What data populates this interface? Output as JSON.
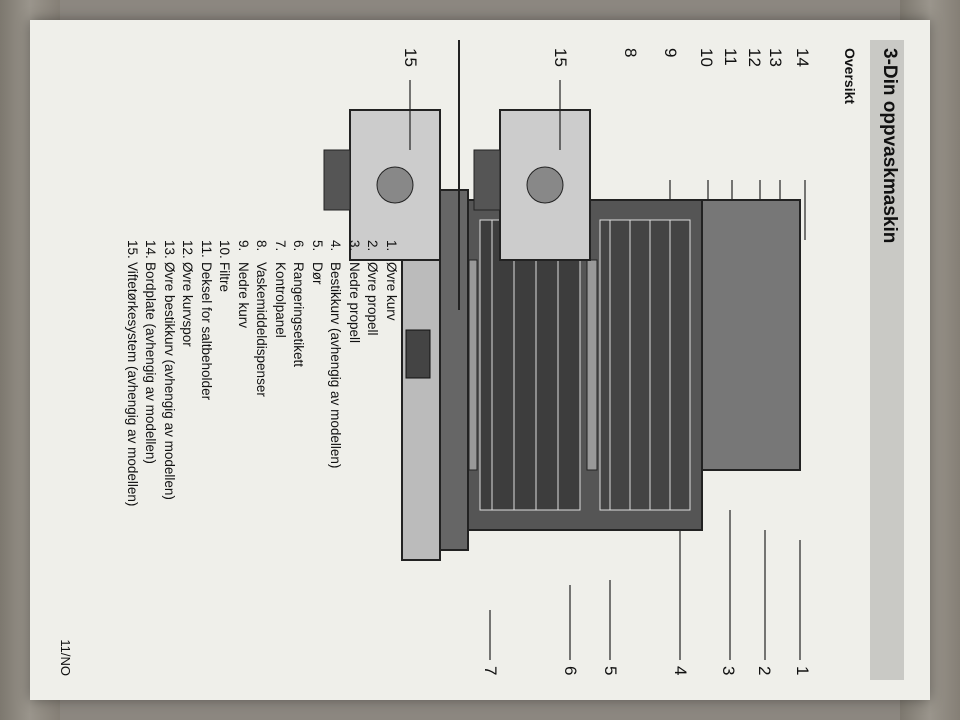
{
  "header": {
    "section_title": "3-Din oppvaskmaskin",
    "subtitle": "Oversikt"
  },
  "callouts": {
    "c1": "1",
    "c2": "2",
    "c3": "3",
    "c4": "4",
    "c5": "5",
    "c6": "6",
    "c7": "7",
    "c8": "8",
    "c9": "9",
    "c10": "10",
    "c11": "11",
    "c12": "12",
    "c13": "13",
    "c14": "14",
    "c15a": "15",
    "c15b": "15"
  },
  "legend": [
    {
      "num": "1.",
      "text": "Øvre kurv"
    },
    {
      "num": "2.",
      "text": "Øvre propell"
    },
    {
      "num": "3.",
      "text": "Nedre propell"
    },
    {
      "num": "4.",
      "text": "Bestikkurv (avhengig av modellen)"
    },
    {
      "num": "5.",
      "text": "Dør"
    },
    {
      "num": "6.",
      "text": "Rangeringsetikett"
    },
    {
      "num": "7.",
      "text": "Kontrolpanel"
    },
    {
      "num": "8.",
      "text": "Vaskemiddeldispenser"
    },
    {
      "num": "9.",
      "text": "Nedre kurv"
    },
    {
      "num": "10.",
      "text": "Filtre"
    },
    {
      "num": "11.",
      "text": "Deksel for saltbeholder"
    },
    {
      "num": "12.",
      "text": "Øvre kurvspor"
    },
    {
      "num": "13.",
      "text": "Øvre bestikkurv (avhengig av modellen)"
    },
    {
      "num": "14.",
      "text": "Bordplate (avhengig av modellen)"
    },
    {
      "num": "15.",
      "text": "Viftetørkesystem (avhengig av modellen)"
    }
  ],
  "footer": {
    "page_number": "11/NO"
  }
}
